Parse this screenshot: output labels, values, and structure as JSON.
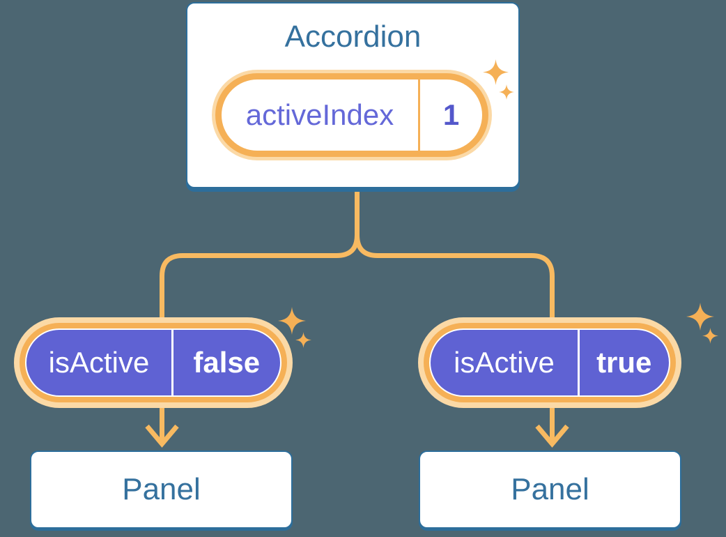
{
  "diagram": {
    "root": {
      "title": "Accordion",
      "state": {
        "name": "activeIndex",
        "value": "1"
      }
    },
    "children": [
      {
        "prop": {
          "name": "isActive",
          "value": "false"
        },
        "panel": {
          "title": "Panel"
        }
      },
      {
        "prop": {
          "name": "isActive",
          "value": "true"
        },
        "panel": {
          "title": "Panel"
        }
      }
    ]
  },
  "icons": {
    "sparkle": "sparkle-icon",
    "arrow": "arrow-down-icon"
  },
  "colors": {
    "background": "#4c6672",
    "connector_orange": "#f8ba61",
    "ring_orange": "#f5b056",
    "halo_orange": "#fbd9a6",
    "pill_purple": "#5f62d3",
    "state_label_purple": "#6468d8",
    "state_value_purple": "#5458cb",
    "box_border_blue": "#2d6e9b",
    "box_text_blue": "#35719e",
    "white": "#ffffff"
  }
}
